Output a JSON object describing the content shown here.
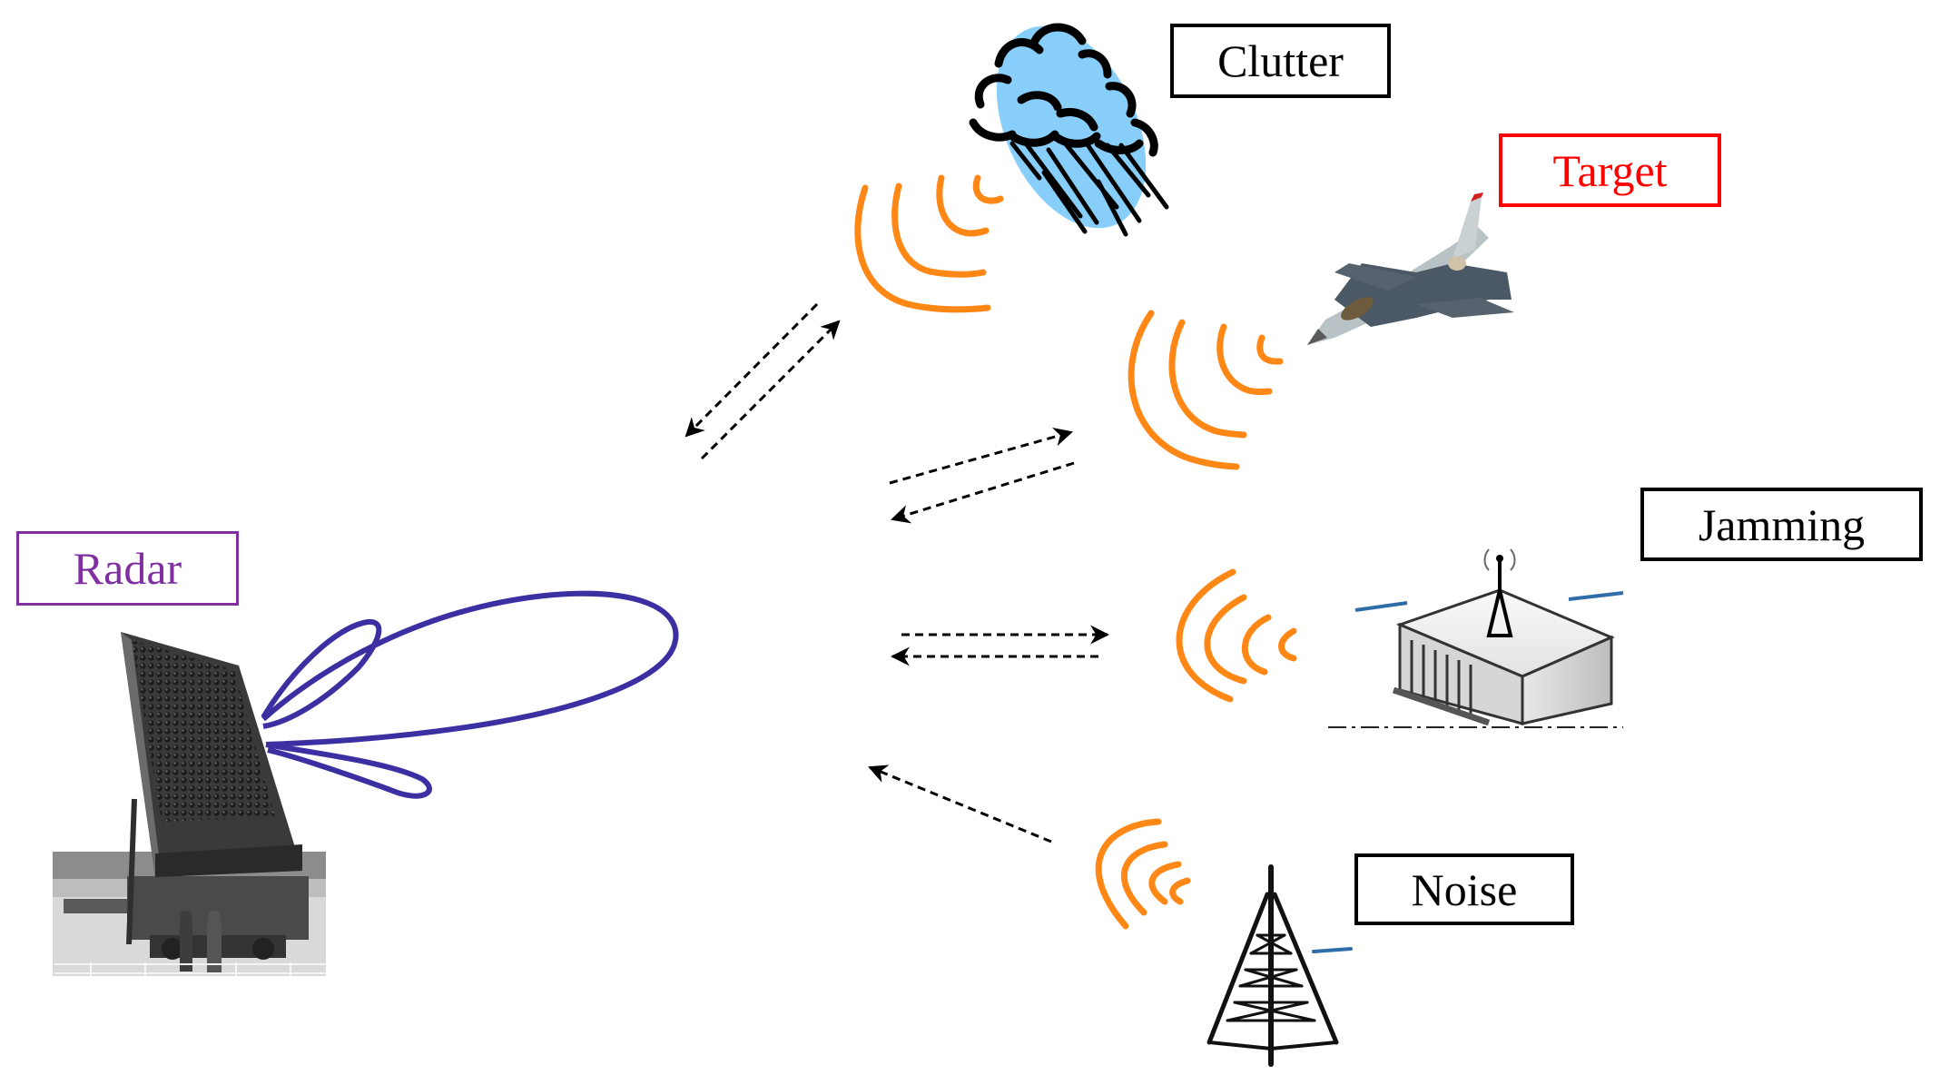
{
  "labels": {
    "clutter": "Clutter",
    "target": "Target",
    "jamming": "Jamming",
    "noise": "Noise",
    "radar": "Radar"
  },
  "colors": {
    "wave": "#ff8716",
    "beam": "#3b2fa2",
    "radar_label": "#7f2fa0",
    "target_label": "#ff0000",
    "clutter_cloud": "#87cefa",
    "arrow": "#000000"
  },
  "icons": {
    "radar": "phased-array-radar-icon",
    "clutter": "rain-cloud-icon",
    "target": "fighter-jet-icon",
    "jamming": "jammer-station-icon",
    "noise": "transmission-tower-icon"
  },
  "links": [
    {
      "from": "radar",
      "to": "clutter",
      "direction": "bidirectional"
    },
    {
      "from": "radar",
      "to": "target",
      "direction": "bidirectional"
    },
    {
      "from": "radar",
      "to": "jamming",
      "direction": "bidirectional"
    },
    {
      "from": "noise",
      "to": "radar",
      "direction": "one-way"
    }
  ]
}
